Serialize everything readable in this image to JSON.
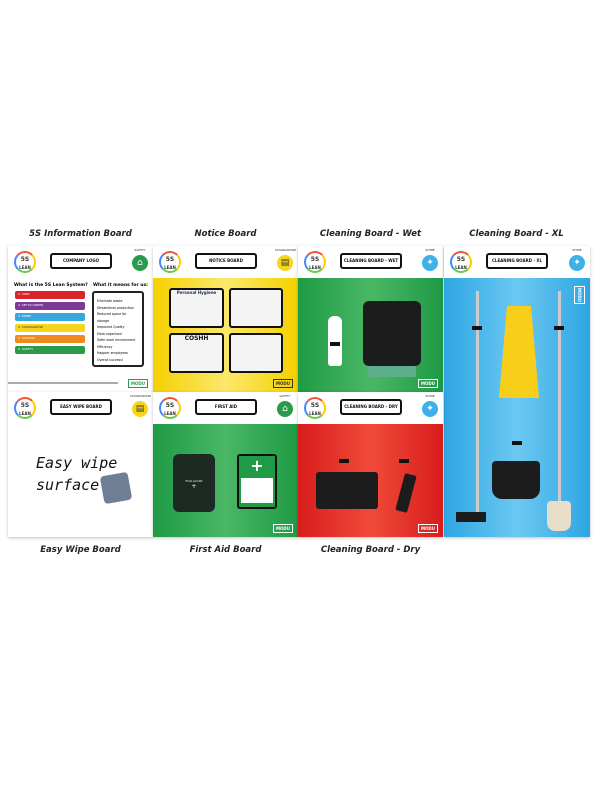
{
  "captions": {
    "info": "5S Information Board",
    "notice": "Notice Board",
    "wet": "Cleaning Board - Wet",
    "xl": "Cleaning Board - XL",
    "wipe": "Easy Wipe Board",
    "firstaid": "First Aid Board",
    "dry": "Cleaning Board - Dry"
  },
  "logo": {
    "top": "5S",
    "bottom": "LEAN",
    "brand": "MODU"
  },
  "badges": {
    "safety": "SAFETY",
    "standardise": "STANDARDISE",
    "shine": "SHINE"
  },
  "info": {
    "title": "COMPANY LOGO",
    "q1": "What is the 5S Lean System?",
    "q2": "What it means for us:",
    "steps": [
      "1. SORT",
      "2. SET IN ORDER",
      "3. SHINE",
      "4. STANDARDISE",
      "5. SUSTAIN",
      "6. SAFETY"
    ],
    "benefits": [
      "Eliminate waste",
      "Streamlines production",
      "Reduced space for storage",
      "Improved Quality",
      "More organised",
      "Safer work environment",
      "Efficiency",
      "Happier employees",
      "Overall success!"
    ]
  },
  "notice": {
    "title": "NOTICE BOARD",
    "posters": [
      "Personal Hygiene",
      "",
      "COSHH",
      ""
    ]
  },
  "wet": {
    "title": "CLEANING BOARD - WET"
  },
  "xl": {
    "title": "CLEANING BOARD - XL"
  },
  "wipe": {
    "title": "EASY WIPE BOARD",
    "line1": "Easy wipe",
    "line2": "surface"
  },
  "firstaid": {
    "title": "FIRST AID",
    "kit": "First Aid Kit"
  },
  "dry": {
    "title": "CLEANING BOARD - DRY"
  },
  "colors": {
    "green": "#2a9b4a",
    "yellow": "#f7d51a",
    "red": "#e0201f",
    "blue": "#3fb0e8"
  }
}
